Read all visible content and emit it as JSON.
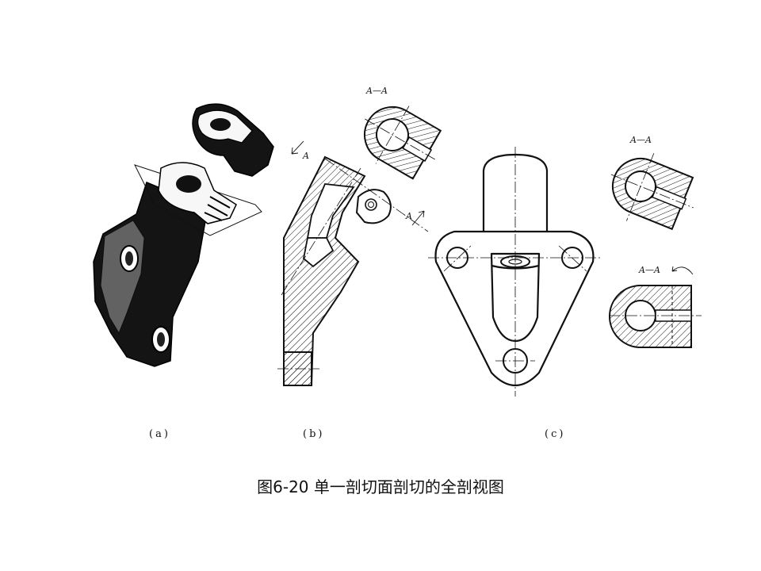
{
  "figure": {
    "caption": "图6-20  单一剖切面剖切的全剖视图",
    "panels": [
      {
        "id": "a",
        "label": "(a)"
      },
      {
        "id": "b",
        "label": "(b)"
      },
      {
        "id": "c",
        "label": "(c)"
      }
    ],
    "section_labels": {
      "b_section_title": "A—A",
      "b_arrow_top": "A",
      "b_arrow_bottom": "A",
      "c_section_title_1": "A—A",
      "c_section_title_2": "A—A"
    }
  }
}
